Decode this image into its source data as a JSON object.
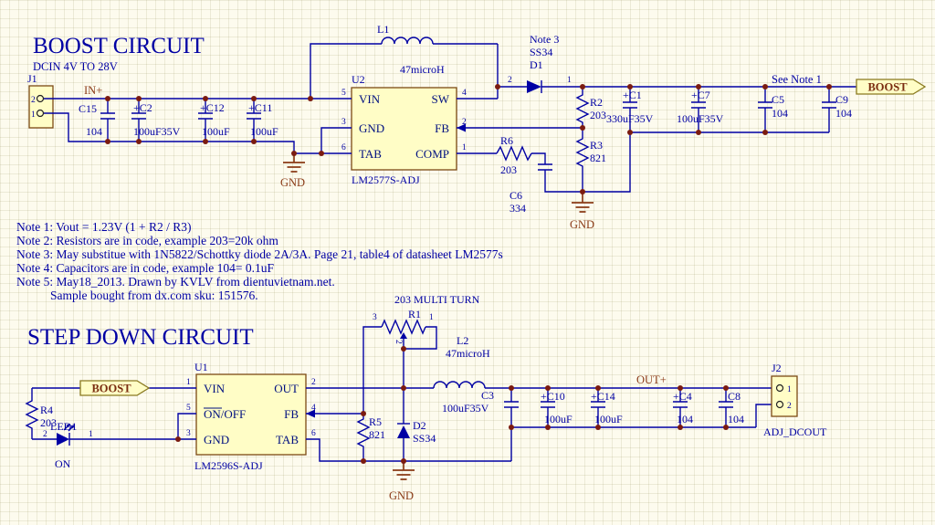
{
  "colors": {
    "background": "#fdfbee",
    "wire": "#0000a4",
    "text_blue": "#0000a4",
    "pin_name": "#001080",
    "net_label": "#8a3a16",
    "component_fill": "#fffdc6",
    "component_border": "#7c4a14",
    "port_border": "#8a7a20",
    "junction_dot": "#7b1b10"
  },
  "boost": {
    "title": "BOOST CIRCUIT",
    "subtitle": "DCIN 4V TO 28V",
    "see_note": "See Note 1",
    "net_in": "IN+",
    "gnd": "GND",
    "port": "BOOST",
    "j1": {
      "ref": "J1",
      "pin2": "2",
      "pin1": "1"
    },
    "c15": {
      "ref": "C15",
      "value": "104"
    },
    "c2": {
      "ref": "+C2",
      "value": "100uF35V"
    },
    "c12": {
      "ref": "+C12",
      "value": "100uF"
    },
    "c11": {
      "ref": "+C11",
      "value": "100uF"
    },
    "u2": {
      "ref": "U2",
      "part": "LM2577S-ADJ",
      "pin_vin": "VIN",
      "pin_gnd": "GND",
      "pin_tab": "TAB",
      "pin_sw": "SW",
      "pin_fb": "FB",
      "pin_comp": "COMP",
      "num_vin": "5",
      "num_gnd": "3",
      "num_tab": "6",
      "num_sw": "4",
      "num_fb": "2",
      "num_comp": "1"
    },
    "l1": {
      "ref": "L1",
      "value": "47microH"
    },
    "d1": {
      "note": "Note 3",
      "part": "SS34",
      "ref": "D1",
      "num_a": "2",
      "num_k": "1"
    },
    "r2": {
      "ref": "R2",
      "value": "203"
    },
    "r3": {
      "ref": "R3",
      "value": "821"
    },
    "r6": {
      "ref": "R6",
      "value": "203"
    },
    "c6": {
      "ref": "C6",
      "value": "334"
    },
    "c1": {
      "ref": "+C1",
      "value": "330uF35V"
    },
    "c7": {
      "ref": "+C7",
      "value": "100uF35V"
    },
    "c5": {
      "ref": "C5",
      "value": "104"
    },
    "c9": {
      "ref": "C9",
      "value": "104"
    }
  },
  "notes": {
    "lines": [
      "Note 1: Vout = 1.23V (1 + R2 / R3)",
      "Note 2: Resistors are in code, example 203=20k ohm",
      "Note 3: May substitue with 1N5822/Schottky diode 2A/3A. Page 21, table4 of datasheet LM2577s",
      "Note 4: Capacitors are in code, example 104= 0.1uF",
      "Note 5: May18_2013. Drawn by KVLV from dientuvietnam.net.",
      "Sample bought from dx.com sku: 151576."
    ]
  },
  "stepdown": {
    "title": "STEP DOWN CIRCUIT",
    "port": "BOOST",
    "net_out": "OUT+",
    "gnd": "GND",
    "u1": {
      "ref": "U1",
      "part": "LM2596S-ADJ",
      "pin_vin": "VIN",
      "pin_onoff": "ON/OFF",
      "pin_gnd": "GND",
      "pin_out": "OUT",
      "pin_fb": "FB",
      "pin_tab": "TAB",
      "num_vin": "1",
      "num_onoff": "5",
      "num_gnd": "3",
      "num_out": "2",
      "num_fb": "4",
      "num_tab": "6"
    },
    "r4": {
      "ref": "R4",
      "value": "203"
    },
    "led1": {
      "ref": "LED1",
      "state": "ON",
      "num_a": "2",
      "num_k": "1"
    },
    "r1": {
      "ref": "R1",
      "label": "203 MULTI TURN",
      "num_left": "3",
      "num_right": "1",
      "num_wiper": "2"
    },
    "l2": {
      "ref": "L2",
      "value": "47microH"
    },
    "d2": {
      "ref": "D2",
      "part": "SS34"
    },
    "r5": {
      "ref": "R5",
      "value": "821"
    },
    "c3": {
      "ref": "C3",
      "value": "100uF35V"
    },
    "c10": {
      "ref": "+C10",
      "value": "100uF"
    },
    "c14": {
      "ref": "+C14",
      "value": "100uF"
    },
    "c4": {
      "ref": "+C4",
      "value": "104"
    },
    "c8": {
      "ref": "C8",
      "value": "104"
    },
    "j2": {
      "ref": "J2",
      "pin1": "1",
      "pin2": "2",
      "label": "ADJ_DCOUT"
    }
  }
}
